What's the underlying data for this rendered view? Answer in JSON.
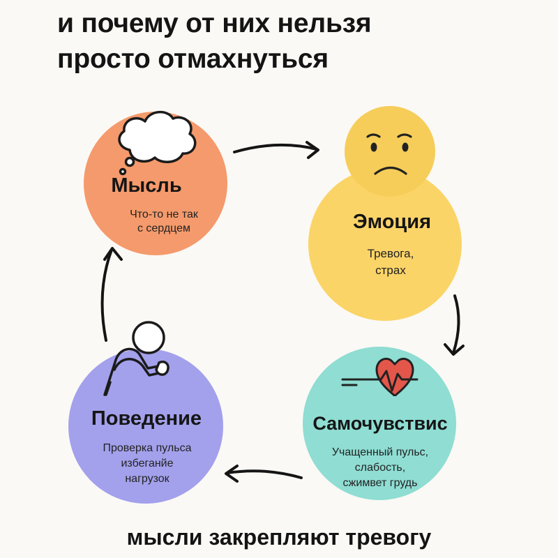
{
  "title": {
    "line1": "и почему от них нельзя",
    "line2": "просто отмахнуться"
  },
  "cycle": {
    "thought": {
      "title": "Мысль",
      "subtitle_line1": "Что-то не так",
      "subtitle_line2": "с сердцем",
      "icon": "thought-cloud-icon",
      "color": "#f59a6c"
    },
    "emotion": {
      "title": "Эмоция",
      "subtitle_line1": "Тревога,",
      "subtitle_line2": "страх",
      "icon": "sad-face-icon",
      "color": "#fbd468"
    },
    "sensation": {
      "title": "Самочувствис",
      "subtitle_line1": "Учащенный пульс,",
      "subtitle_line2": "слабость,",
      "subtitle_line3": "сжимвет грудь",
      "icon": "heart-pulse-icon",
      "color": "#8fddd3"
    },
    "behavior": {
      "title": "Поведение",
      "subtitle_line1": "Проверка пульса",
      "subtitle_line2": "избеганйе",
      "subtitle_line3": "нагрузок",
      "icon": "person-checking-pulse-icon",
      "color": "#a3a1ec"
    }
  },
  "footer": "мысли закрепляют тревогу"
}
